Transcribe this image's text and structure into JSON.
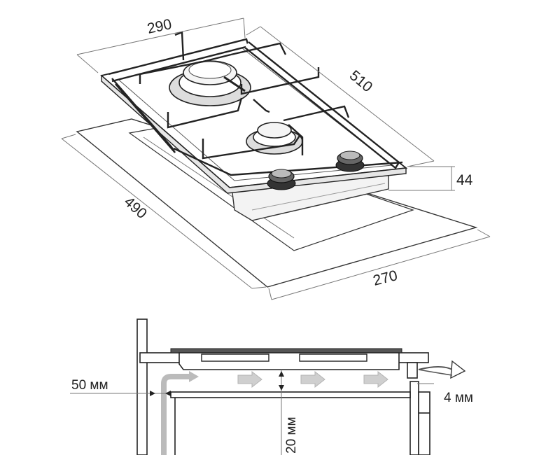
{
  "figure": {
    "top_view": {
      "width_label": "290",
      "depth_label": "510",
      "height_label": "44",
      "cutout_depth_label": "490",
      "cutout_width_label": "270"
    },
    "section_view": {
      "side_gap_label": "50 мм",
      "bottom_gap_label": "20 мм",
      "rear_gap_label": "4 мм"
    }
  }
}
